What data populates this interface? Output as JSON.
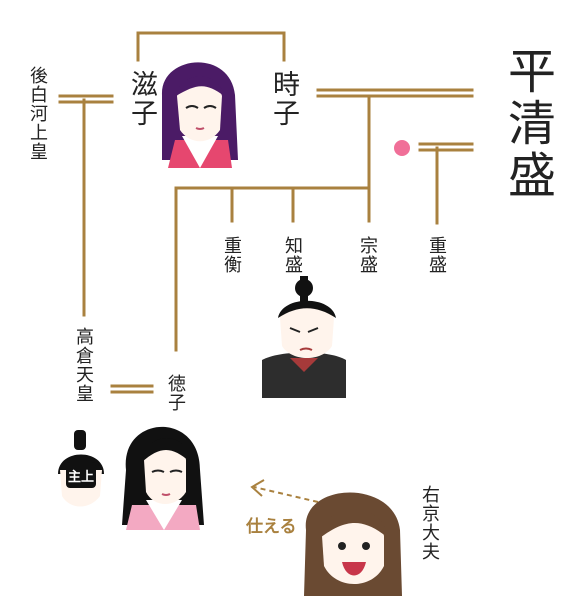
{
  "diagram": {
    "people": {
      "kiyomori": "平清盛",
      "shigeko": "滋子",
      "tokiko": "時子",
      "goshirakawa": "後白河上皇",
      "takakura": "高倉天皇",
      "tokuko": "徳子",
      "shigehira": "重衡",
      "tomomori": "知盛",
      "munemori": "宗盛",
      "shigemori": "重盛",
      "ukyo": "右京大夫"
    },
    "relation_label": "仕える",
    "emperor_hat_text": "主上",
    "colors": {
      "line": "#a9813f",
      "pink_dot": "#f06f98",
      "hair": "#111111",
      "robe_pink": "#f3a9c2"
    }
  }
}
